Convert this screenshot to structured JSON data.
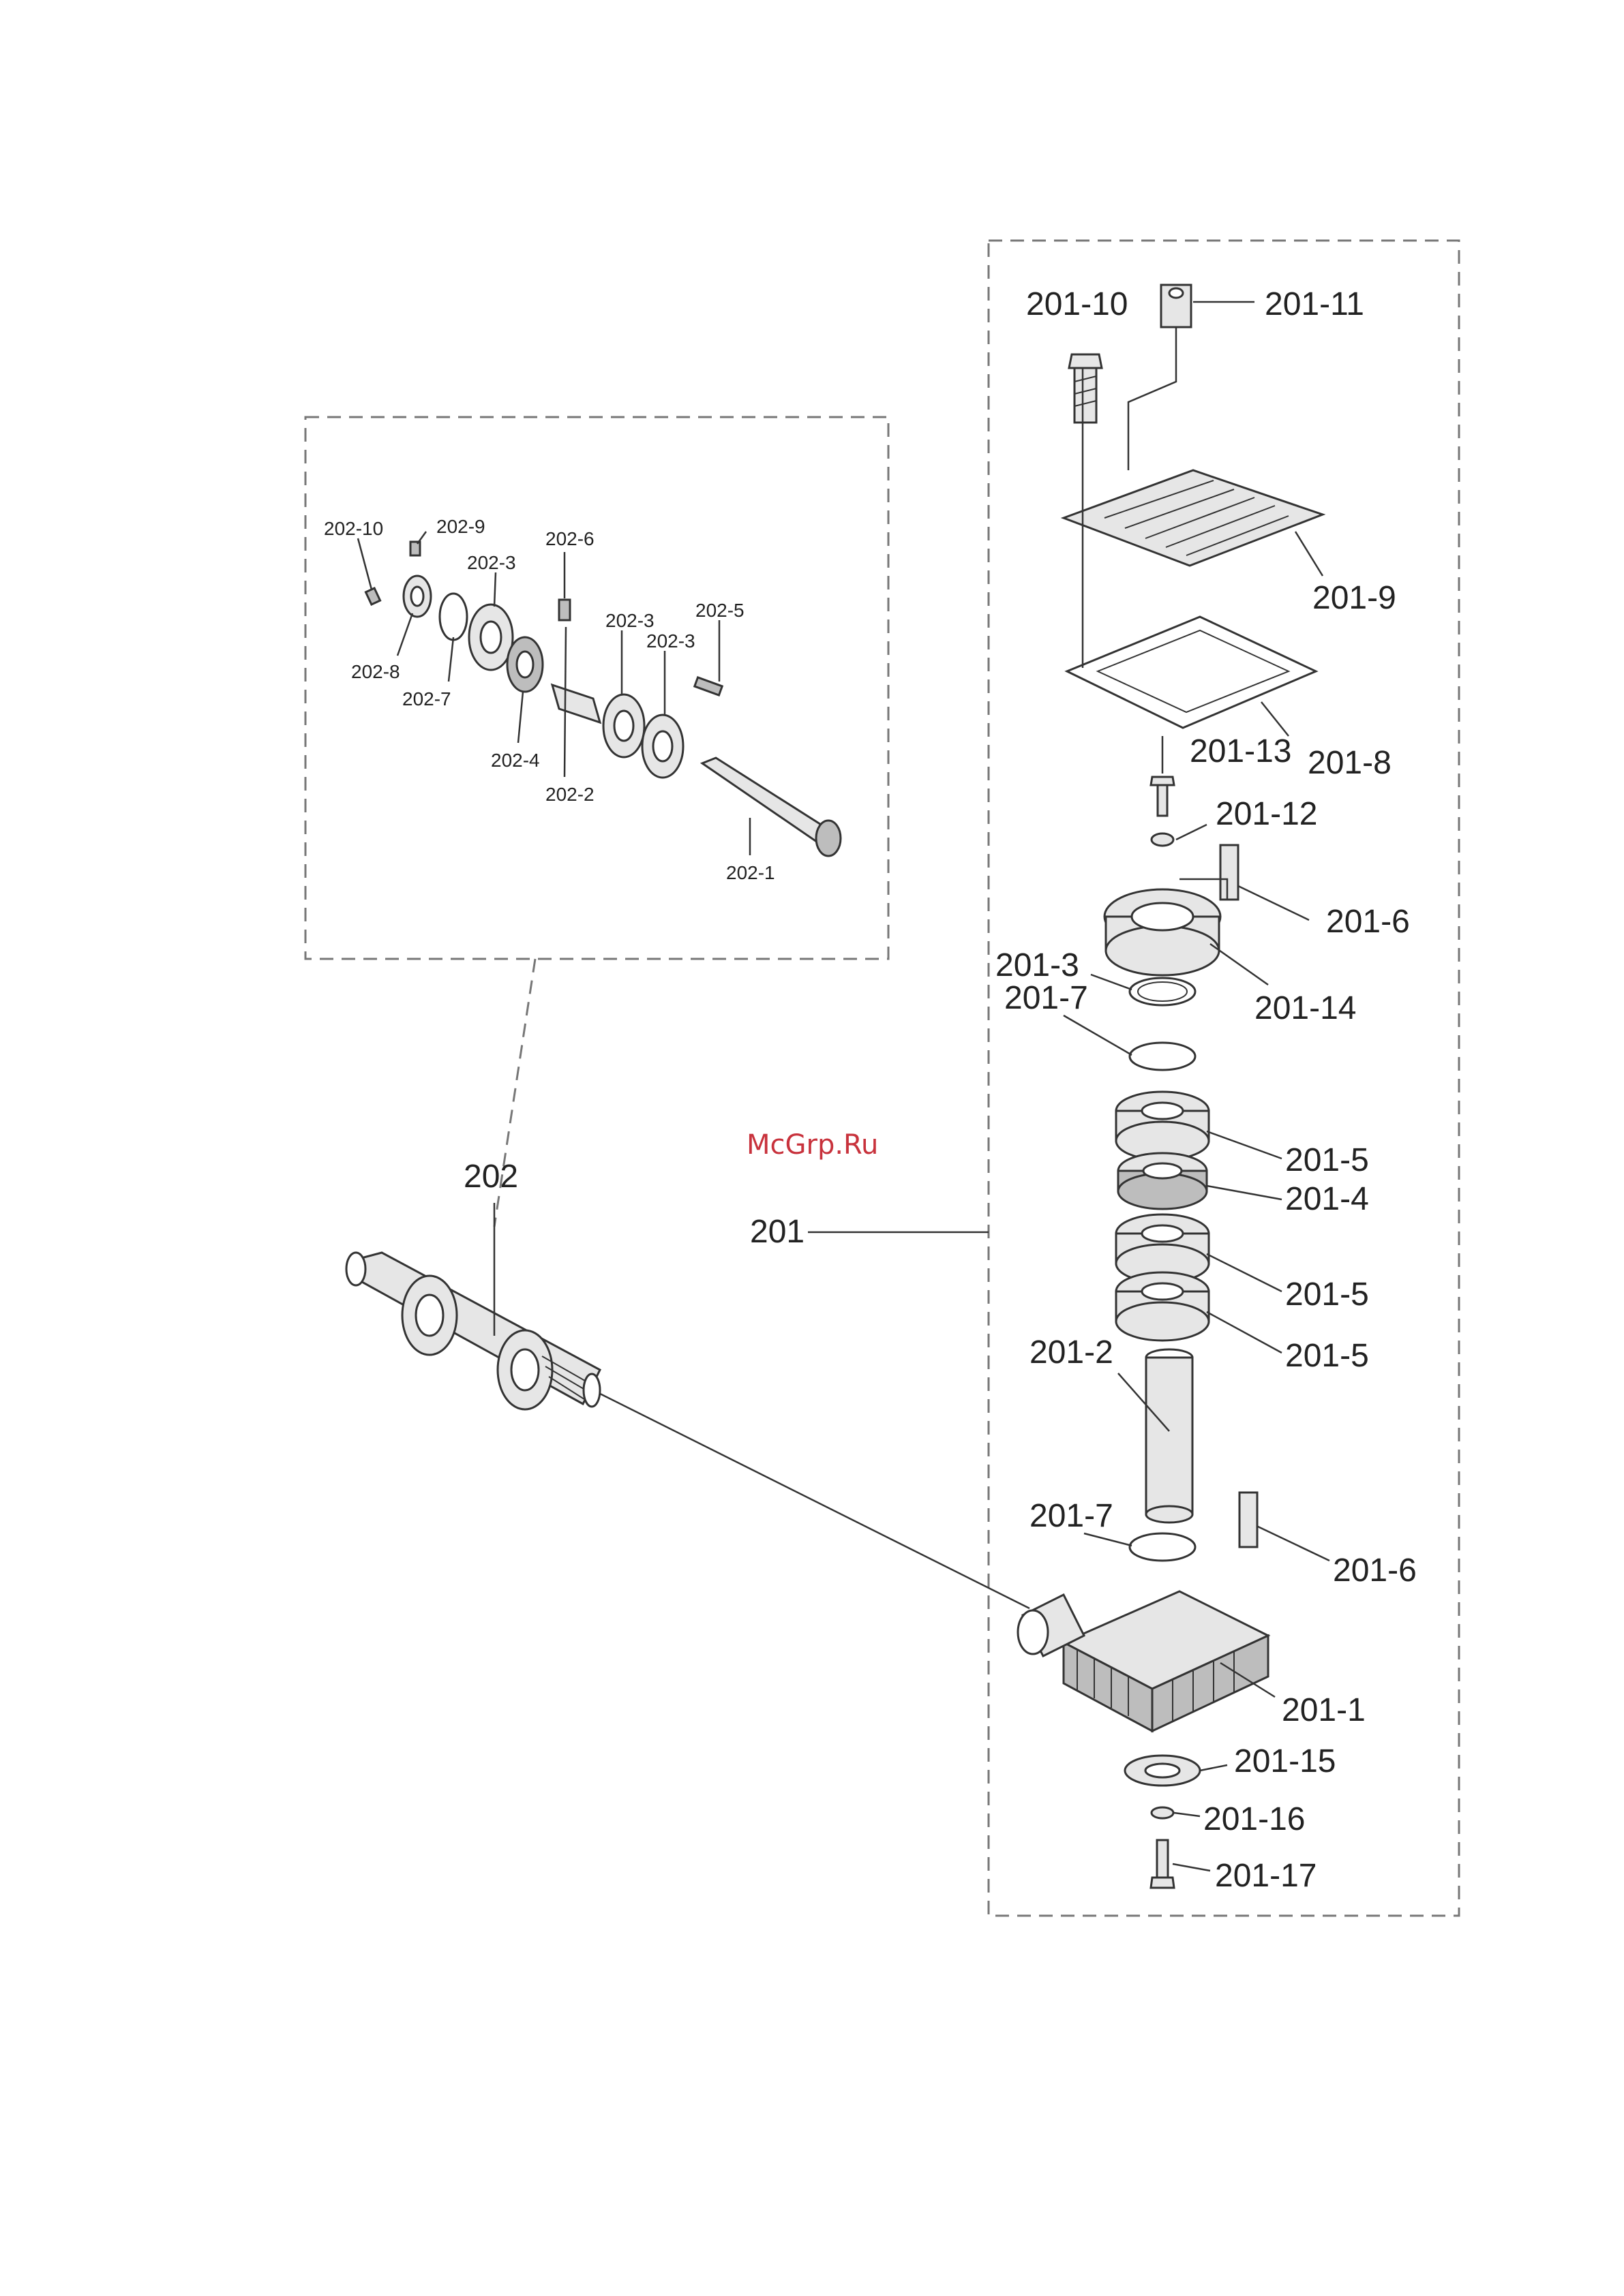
{
  "watermark": "McGrp.Ru",
  "assemblies": {
    "a201": {
      "label": "201"
    },
    "a202": {
      "label": "202"
    }
  },
  "labels_201": {
    "p201_10": "201-10",
    "p201_11": "201-11",
    "p201_9": "201-9",
    "p201_13": "201-13",
    "p201_8": "201-8",
    "p201_12": "201-12",
    "p201_6a": "201-6",
    "p201_14": "201-14",
    "p201_3": "201-3",
    "p201_7a": "201-7",
    "p201_5a": "201-5",
    "p201_4": "201-4",
    "p201_5b": "201-5",
    "p201_5c": "201-5",
    "p201_2": "201-2",
    "p201_7b": "201-7",
    "p201_6b": "201-6",
    "p201_1": "201-1",
    "p201_15": "201-15",
    "p201_16": "201-16",
    "p201_17": "201-17"
  },
  "labels_202": {
    "p202_10": "202-10",
    "p202_9": "202-9",
    "p202_6": "202-6",
    "p202_3a": "202-3",
    "p202_8": "202-8",
    "p202_7": "202-7",
    "p202_3b": "202-3",
    "p202_3c": "202-3",
    "p202_5": "202-5",
    "p202_4": "202-4",
    "p202_2": "202-2",
    "p202_1": "202-1"
  },
  "colors": {
    "watermark": "#c8323c",
    "line": "#333333",
    "frame": "#777777"
  }
}
